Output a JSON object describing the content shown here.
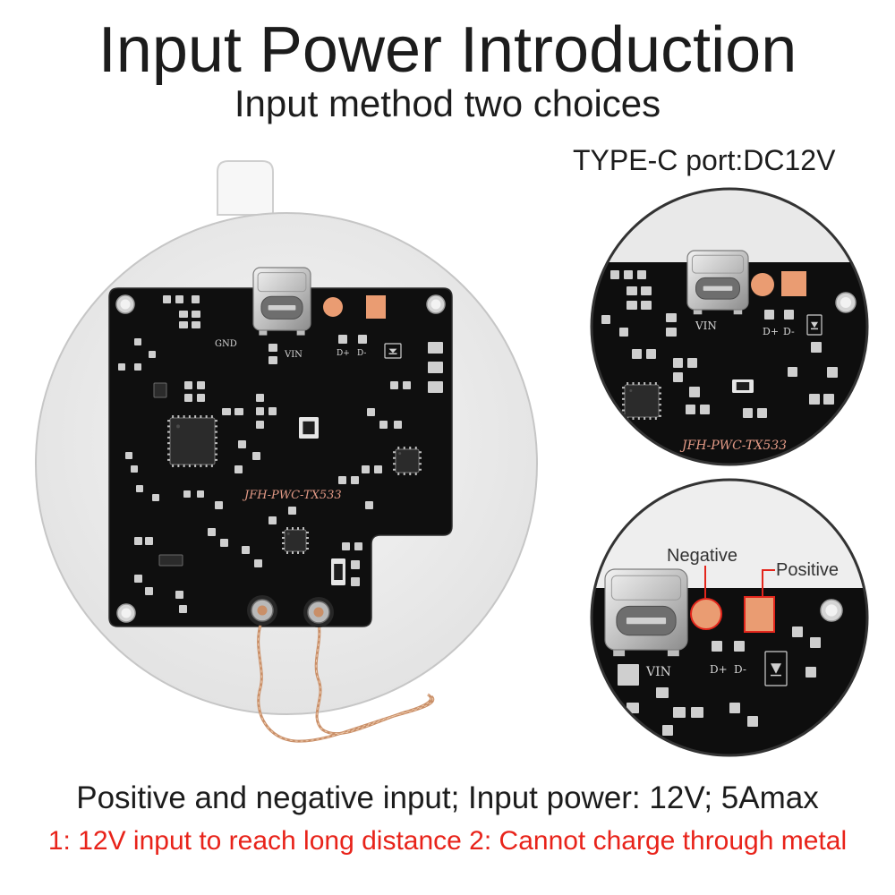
{
  "title": "Input Power Introduction",
  "subtitle": "Input method two choices",
  "callout_typec": "TYPE-C port:DC12V",
  "board": {
    "silkscreen": {
      "gnd": "GND",
      "vin": "VIN",
      "dplus": "D+",
      "dminus": "D-",
      "model": "JFH-PWC-TX533"
    }
  },
  "zoom_bottom": {
    "negative": "Negative",
    "positive": "Positive"
  },
  "spec_line": "Positive and negative input; Input power: 12V; 5Amax",
  "warning_line": "1: 12V input to reach long distance 2: Cannot charge through metal",
  "colors": {
    "text": "#1c1c1c",
    "warning": "#e8231a",
    "pcb": "#0f0f0f",
    "copper": "#ea9c72",
    "pad": "#cfcfcf",
    "chip": "#2b2b2b",
    "coil_wire": "#d6a07a",
    "marker_red": "#e3261c"
  }
}
